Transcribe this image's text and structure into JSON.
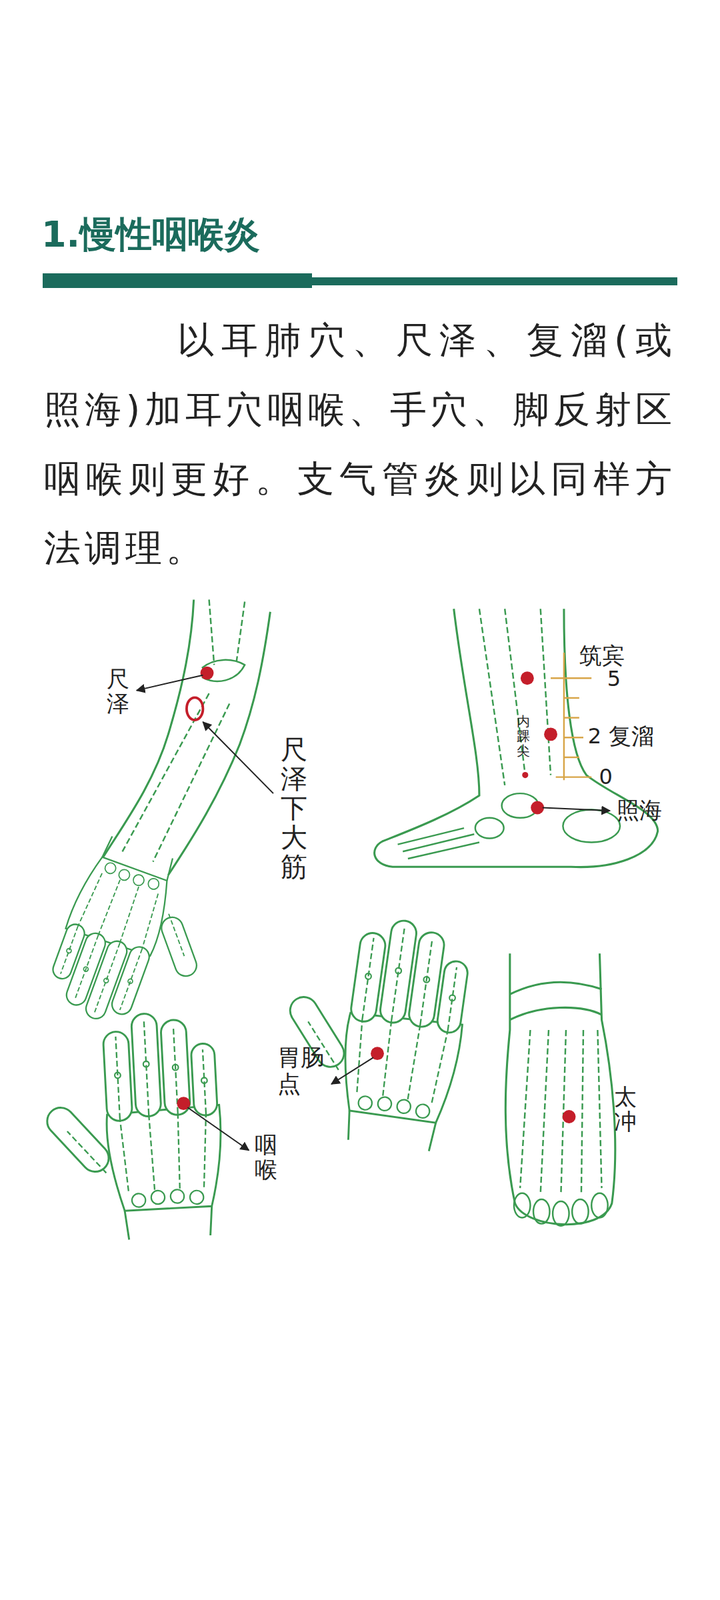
{
  "diagram": {
    "title": "1.慢性咽喉炎",
    "labels": [
      "以耳肺穴、尺泽、复溜(或照海)加耳穴咽喉、手穴、脚反射区咽喉则更好。支气管炎则以同样方法调理。",
      "尺泽",
      "尺泽下大筋",
      "筑宾",
      "5",
      "内踝尖",
      "2",
      "复溜",
      "0",
      "照海",
      "胃肠点",
      "咽喉",
      "太冲"
    ]
  }
}
